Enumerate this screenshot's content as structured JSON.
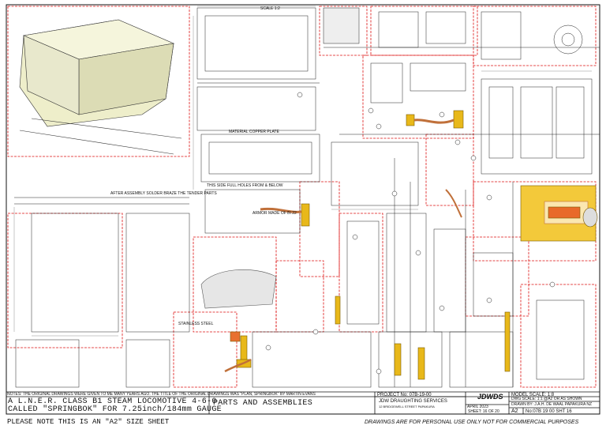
{
  "sheet": {
    "notes": "NOTES: THE ORIGINAL DRAWINGS WERE GIVEN TO ME MANY YEARS AGO. THE TITLE OF THE ORIGINAL DRAWINGS WAS \"PLAN, SPRINGBOK\" BY MARTIN EVANS",
    "drawing_title_line1": "A L.N.E.R. CLASS B1 STEAM LOCOMOTIVE 4-6-0",
    "drawing_title_line2": "CALLED \"SPRINGBOK\" FOR 7.25inch/184mm GAUGE",
    "sheet_subject": "PARTS AND ASSEMBLIES",
    "project_no": "PROJECT No: 07B-19-00",
    "company": "JDW DRAUGHTING SERVICES",
    "company_address": "12 BRIDGEWELL STREET PAPAKURA",
    "logo_text": "JDWDS",
    "model_scale": "MODEL SCALE: 1:8",
    "drawing_scale": "DWG SCALE: 1:1 @A2 OR AS SHOWN",
    "date": "APRIL 2023",
    "drawn_by": "DRAWN BY: J.A.H. DE WAAL PAPAKURA NZ",
    "sheet_of": "SHEET: 16 OF 20",
    "size": "A2",
    "drawing_no": "No:07B 19 00 SHT 16",
    "footer_left": "PLEASE NOTE THIS IS AN \"A2\" SIZE SHEET",
    "footer_right": "DRAWINGS ARE FOR PERSONAL USE ONLY NOT FOR COMMERCIAL PURPOSES",
    "labels": {
      "armor": "ARMOR MADE OF BI 22",
      "stainless": "STAINLESS STEEL",
      "tender_note": "AFTER ASSEMBLY SOLDER BRAZE THE TENDER PARTS",
      "view_thus": "THIS SIDE FULL HOLES FROM & BELOW",
      "material_plate": "MATERIAL COPPER PLATE",
      "scale": "SCALE 1:2"
    }
  }
}
